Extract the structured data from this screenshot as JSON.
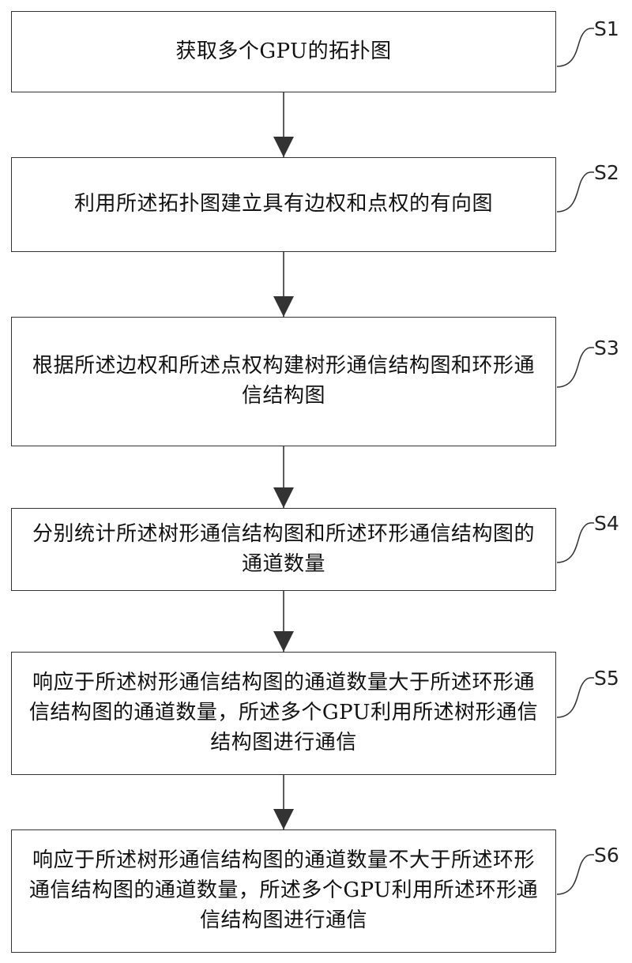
{
  "steps": [
    {
      "id": "S1",
      "text": "获取多个GPU的拓扑图"
    },
    {
      "id": "S2",
      "text": "利用所述拓扑图建立具有边权和点权的有向图"
    },
    {
      "id": "S3",
      "text": "根据所述边权和所述点权构建树形通信结构图和环形通信结构图"
    },
    {
      "id": "S4",
      "text": "分别统计所述树形通信结构图和所述环形通信结构图的通道数量"
    },
    {
      "id": "S5",
      "text": "响应于所述树形通信结构图的通道数量大于所述环形通信结构图的通道数量，所述多个GPU利用所述树形通信结构图进行通信"
    },
    {
      "id": "S6",
      "text": "响应于所述树形通信结构图的通道数量不大于所述环形通信结构图的通道数量，所述多个GPU利用所述环形通信结构图进行通信"
    }
  ]
}
